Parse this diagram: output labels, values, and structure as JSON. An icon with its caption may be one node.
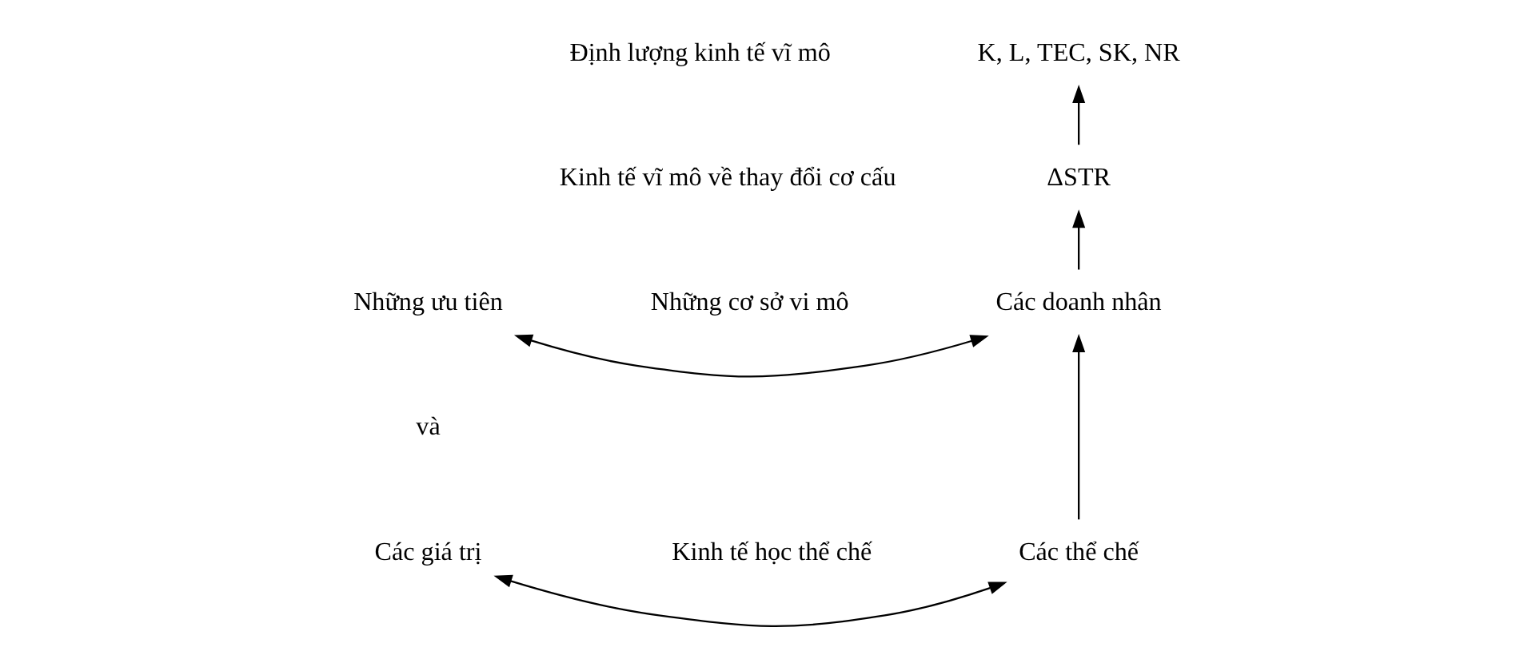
{
  "diagram": {
    "nodes": [
      {
        "text": [
          "K, L, TEC, SK, NR"
        ]
      },
      {
        "text": [
          "ΔSTR"
        ]
      },
      {
        "text": [
          "Các doanh nhân"
        ]
      },
      {
        "text": [
          "Những ưu tiên"
        ]
      },
      {
        "text": [
          "Các thể chế"
        ]
      },
      {
        "text": [
          "Các giá trị"
        ]
      }
    ],
    "edges": [
      {
        "from": 1,
        "to": 0,
        "arrow": "to"
      },
      {
        "from": 2,
        "to": 1,
        "arrow": "to"
      },
      {
        "from": 4,
        "to": 2,
        "arrow": "to"
      },
      {
        "from": 2,
        "to": 3,
        "arrow": "both"
      },
      {
        "from": 4,
        "to": 5,
        "arrow": "both"
      }
    ],
    "labels": [
      "Định lượng kinh tế vĩ mô",
      "Kinh tế vĩ mô về thay đổi cơ cấu",
      "Những cơ sở vi mô",
      "và",
      "Kinh tế học thể chế"
    ]
  }
}
